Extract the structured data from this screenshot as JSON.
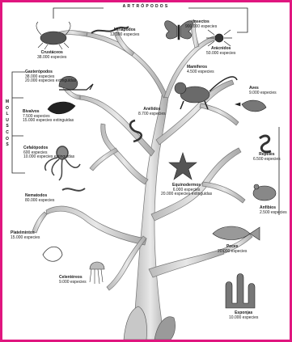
{
  "titles": {
    "artropodos": "ARTRÓPODOS",
    "moluscos": "MOLUSCOS"
  },
  "groups": {
    "miriapodos": {
      "name": "Miriápodos",
      "count": "12.000 especies"
    },
    "insectos": {
      "name": "Insectos",
      "count": "900.000 especies"
    },
    "crustaceos": {
      "name": "Crustáceos",
      "count": "38.000 especies"
    },
    "aracnidos": {
      "name": "Arácnidos",
      "count": "50.000 especies"
    },
    "gasteropodos": {
      "name": "Gasterópodos",
      "count": "38.000 especies",
      "extinct": "20.000 especies extinguidas"
    },
    "mamiferos": {
      "name": "Mamíferos",
      "count": "4.500 especies"
    },
    "bivalvos": {
      "name": "Bivalvos",
      "count": "7.500 especies",
      "extinct": "15.000 especies extinguidas"
    },
    "aves": {
      "name": "Aves",
      "count": "9.000 especies"
    },
    "anelidos": {
      "name": "Anélidos",
      "count": "8.700 especies"
    },
    "reptiles": {
      "name": "Reptiles",
      "count": "6.500 especies"
    },
    "cefalopodos": {
      "name": "Cefalópodos",
      "count": "600 especies",
      "extinct": "10.000 especies extinguidas"
    },
    "equinodermos": {
      "name": "Equinodermos",
      "count": "6.000 especies",
      "extinct": "20.000 especies extinguidas"
    },
    "nematodos": {
      "name": "Nematodos",
      "count": "80.000 especies"
    },
    "anfibios": {
      "name": "Anfibios",
      "count": "2.500 especies"
    },
    "platelmintos": {
      "name": "Platelmintos",
      "count": "15.000 especies"
    },
    "peces": {
      "name": "Peces",
      "count": "20.000 especies"
    },
    "celentereos": {
      "name": "Celentéreos",
      "count": "9.000 especies"
    },
    "esponjas": {
      "name": "Esponjas",
      "count": "10.000 especies"
    }
  }
}
